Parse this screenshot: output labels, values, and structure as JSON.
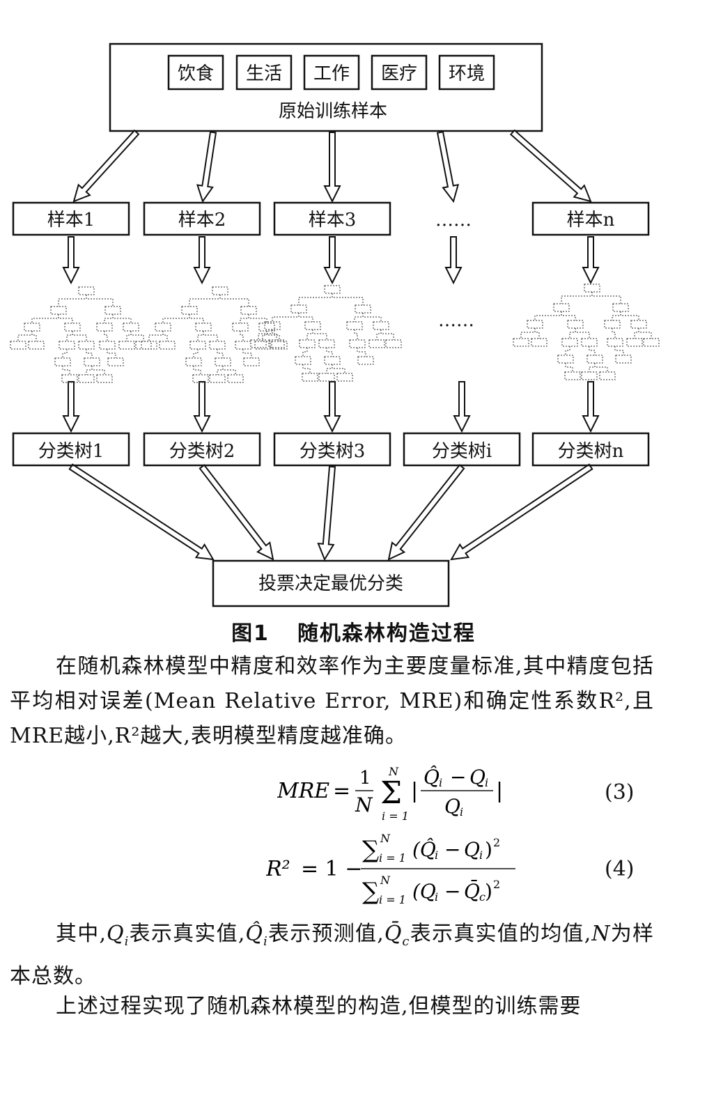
{
  "diagram": {
    "top_categories": [
      "饮食",
      "生活",
      "工作",
      "医疗",
      "环境"
    ],
    "root_label": "原始训练样本",
    "samples": [
      "样本1",
      "样本2",
      "样本3",
      "……",
      "样本n"
    ],
    "tree_ellipsis": "……",
    "trees": [
      "分类树1",
      "分类树2",
      "分类树3",
      "分类树i",
      "分类树n"
    ],
    "vote_label": "投票决定最优分类"
  },
  "caption": {
    "number": "图1",
    "title": "随机森林构造过程"
  },
  "paragraph1": "在随机森林模型中精度和效率作为主要度量标准,其中精度包括平均相对误差(Mean Relative Error, MRE)和确定性系数R²,且MRE越小,R²越大,表明模型精度越准确。",
  "equations": [
    {
      "lhs": "MRE",
      "number": "(3)"
    },
    {
      "lhs": "R²",
      "number": "(4)"
    }
  ],
  "paragraph2": {
    "p1": "其中,",
    "q": "Q",
    "p2": "表示真实值,",
    "p3": "表示预测值,",
    "p4": "表示真实值的均值,",
    "n": "N",
    "p5": "为样本总数。"
  },
  "paragraph3": "上述过程实现了随机森林模型的构造,但模型的训练需要"
}
